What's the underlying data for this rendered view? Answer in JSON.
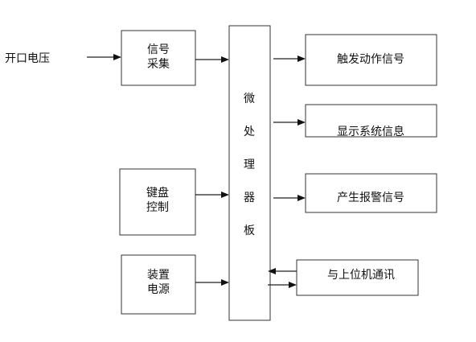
{
  "input_label": "开口电压",
  "signal_acquisition": [
    "信号",
    "采集"
  ],
  "keyboard_control": [
    "键盘",
    "控制"
  ],
  "power_supply": [
    "装置",
    "电源"
  ],
  "processor": [
    "微",
    "处",
    "理",
    "器",
    "板"
  ],
  "outputs": {
    "trigger": "触发动作信号",
    "display": "显示系统信息",
    "alarm": "产生报警信号",
    "comm": "与上位机通讯"
  }
}
